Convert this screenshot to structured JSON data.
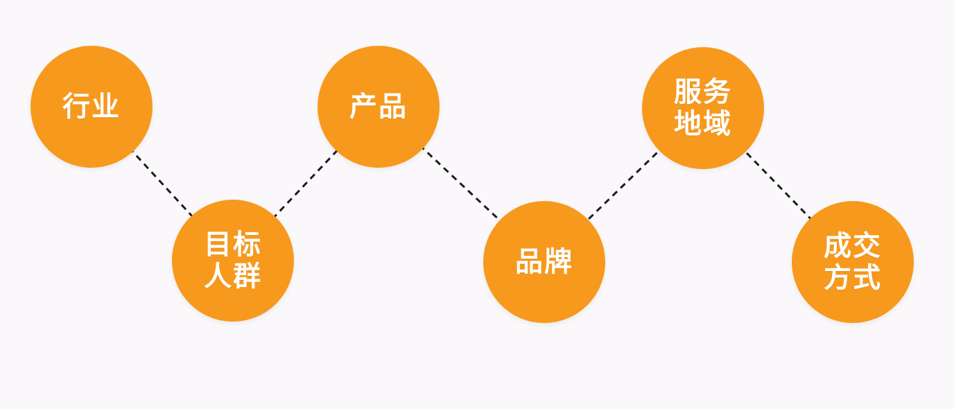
{
  "page": {
    "background_color": "#faf8fa"
  },
  "diagram": {
    "type": "zigzag-flow",
    "node_color": "#F7991D",
    "text_color": "#ffffff",
    "connector_color": "#1c1c1c",
    "connector_style": "dashed",
    "nodes": [
      {
        "id": "industry",
        "label": "行业"
      },
      {
        "id": "target-audience",
        "label": "目标\n人群"
      },
      {
        "id": "product",
        "label": "产品"
      },
      {
        "id": "brand",
        "label": "品牌"
      },
      {
        "id": "service-region",
        "label": "服务\n地域"
      },
      {
        "id": "deal-method",
        "label": "成交\n方式"
      }
    ],
    "connections": [
      {
        "from": "industry",
        "to": "target-audience"
      },
      {
        "from": "target-audience",
        "to": "product"
      },
      {
        "from": "product",
        "to": "brand"
      },
      {
        "from": "brand",
        "to": "service-region"
      },
      {
        "from": "service-region",
        "to": "deal-method"
      }
    ]
  }
}
